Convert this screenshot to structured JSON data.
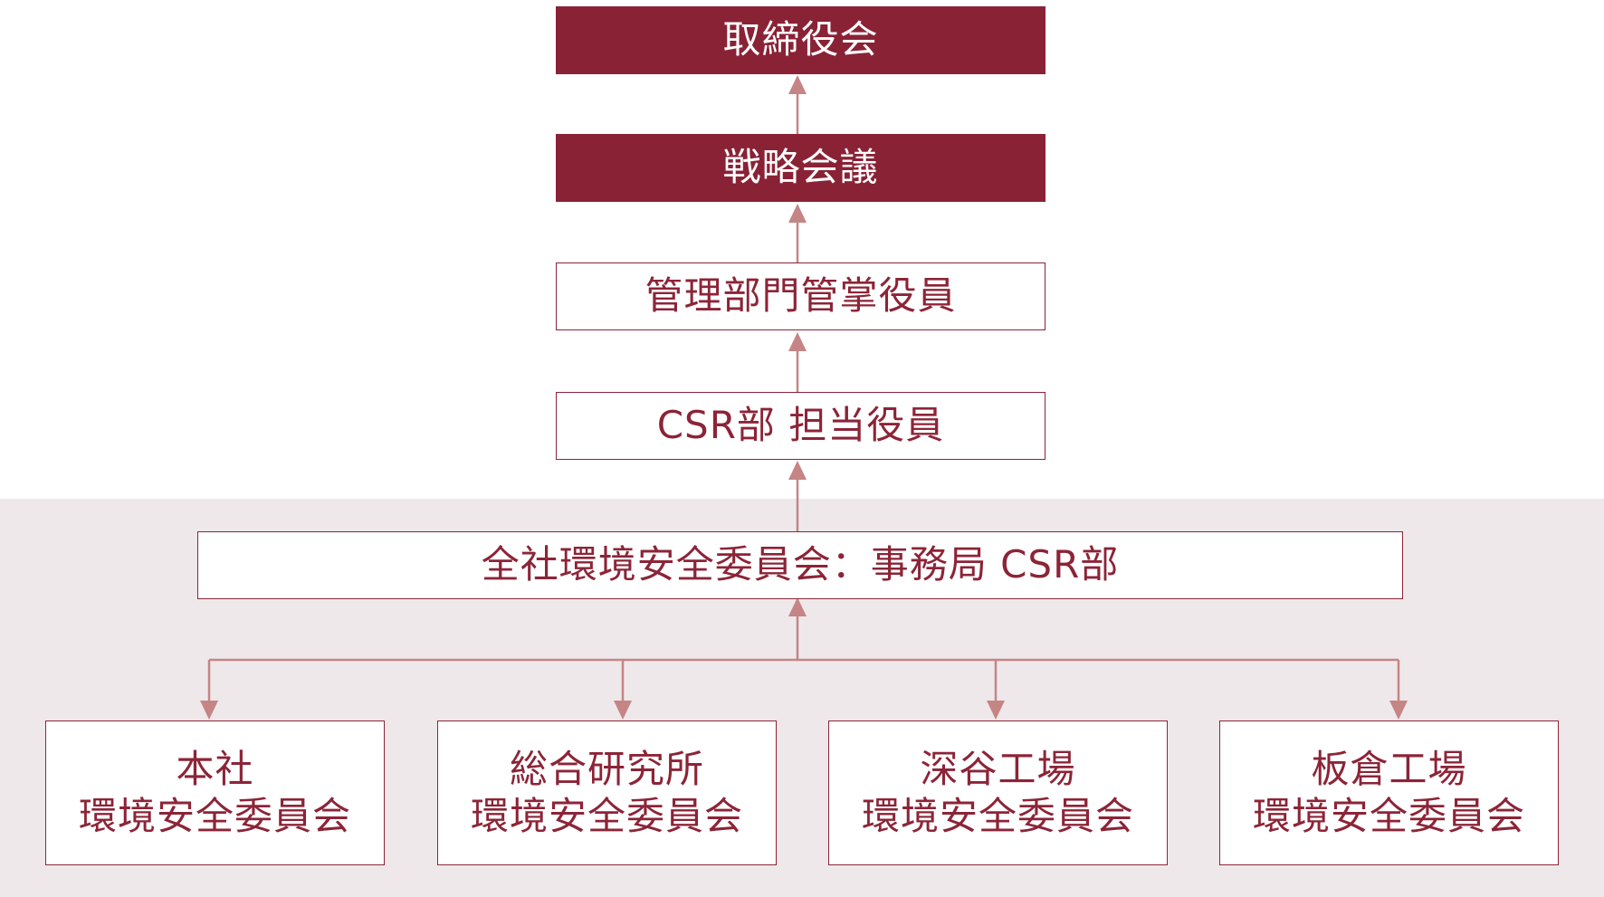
{
  "colors": {
    "primary": "#8a2236",
    "connector": "#c58585",
    "band_background": "#eee8ea"
  },
  "chain": {
    "board": "取締役会",
    "strategy_meeting": "戦略会議",
    "admin_officer": "管理部門管掌役員",
    "csr_officer": "CSR部 担当役員"
  },
  "company_committee": "全社環境安全委員会：事務局 CSR部",
  "site_committees": [
    {
      "site": "本社",
      "committee": "環境安全委員会"
    },
    {
      "site": "総合研究所",
      "committee": "環境安全委員会"
    },
    {
      "site": "深谷工場",
      "committee": "環境安全委員会"
    },
    {
      "site": "板倉工場",
      "committee": "環境安全委員会"
    }
  ]
}
